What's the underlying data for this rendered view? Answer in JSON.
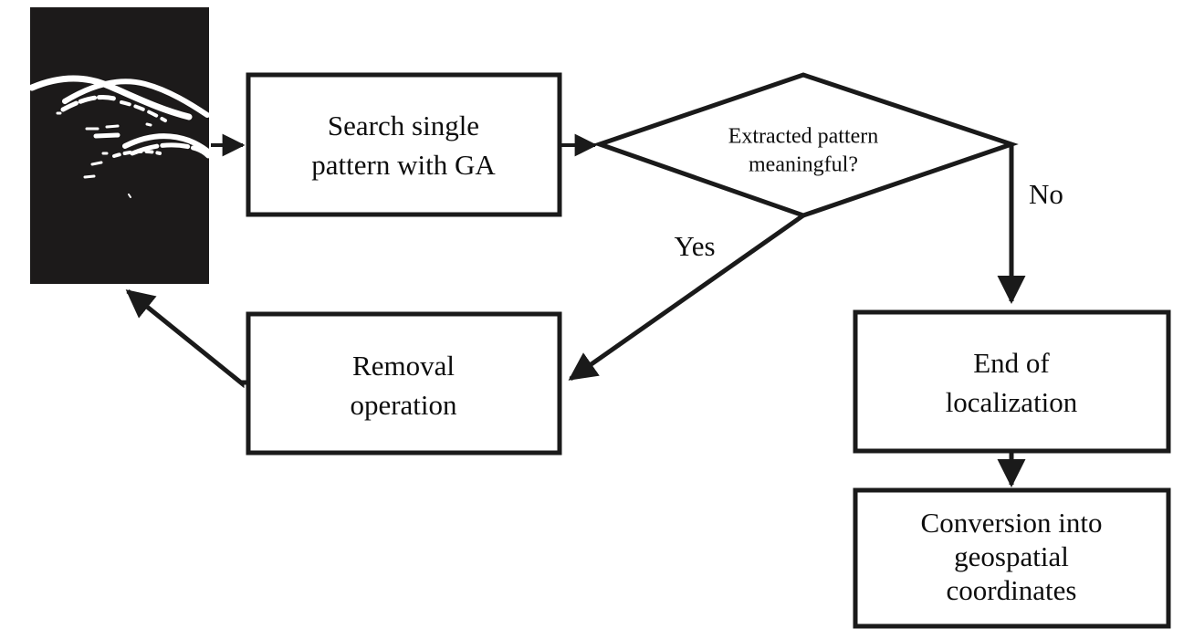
{
  "figure": {
    "type": "flowchart",
    "title": "",
    "background_color": "#ffffff",
    "line_color": "#1a1a1a",
    "text_color": "#0d0d0d"
  },
  "radargram": {
    "name": "binarized-gpr-radargram",
    "background_color": "#1c1a1a",
    "pattern_color": "#ffffff",
    "description": "Binary GPR radargram image with white hyperbolic reflection patterns on black background"
  },
  "nodes": {
    "search": {
      "id": "search-single-pattern",
      "shape": "rectangle",
      "lines": [
        "Search single",
        "pattern with GA"
      ]
    },
    "decision": {
      "id": "extracted-pattern-meaningful",
      "shape": "diamond",
      "lines": [
        "Extracted pattern",
        "meaningful?"
      ]
    },
    "removal": {
      "id": "removal-operation",
      "shape": "rectangle",
      "lines": [
        "Removal",
        "operation"
      ]
    },
    "end_localization": {
      "id": "end-of-localization",
      "shape": "rectangle",
      "lines": [
        "End of",
        "localization"
      ]
    },
    "conversion": {
      "id": "conversion-into-geospatial-coordinates",
      "shape": "rectangle",
      "lines": [
        "Conversion into",
        "geospatial",
        "coordinates"
      ]
    }
  },
  "edges": {
    "image_to_search": {
      "label": ""
    },
    "search_to_decision": {
      "label": ""
    },
    "decision_yes": {
      "label": "Yes"
    },
    "decision_no": {
      "label": "No"
    },
    "removal_to_image": {
      "label": ""
    },
    "end_to_conversion": {
      "label": ""
    }
  }
}
